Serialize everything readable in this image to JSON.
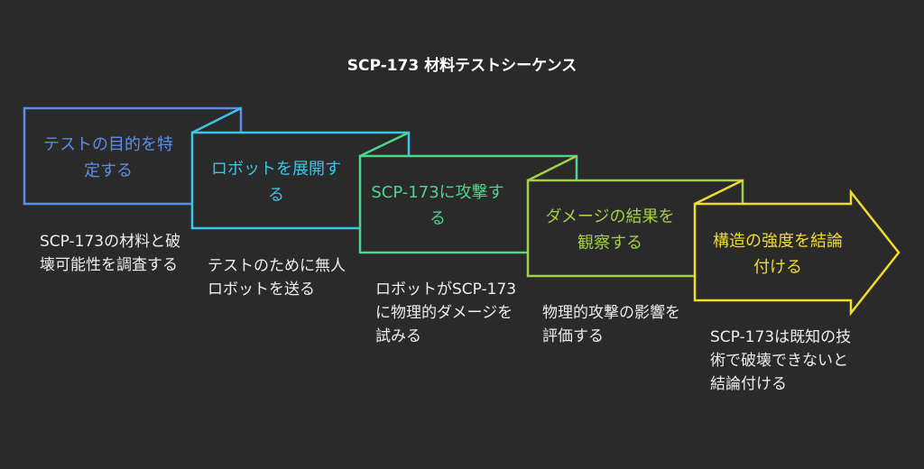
{
  "title": "SCP-173 材料テストシーケンス",
  "steps": [
    {
      "label": "テストの目的を特定する",
      "description": "SCP-173の材料と破壊可能性を調査する",
      "color": "#5b8ee6"
    },
    {
      "label": "ロボットを展開する",
      "description": "テストのために無人ロボットを送る",
      "color": "#3cc6e6"
    },
    {
      "label": "SCP-173に攻撃する",
      "description": "ロボットがSCP-173に物理的ダメージを試みる",
      "color": "#4fd48a"
    },
    {
      "label": "ダメージの結果を観察する",
      "description": "物理的攻撃の影響を評価する",
      "color": "#a3cf4a"
    },
    {
      "label": "構造の強度を結論付ける",
      "description": "SCP-173は既知の技術で破壊できないと結論付ける",
      "color": "#f0dc2c"
    }
  ]
}
